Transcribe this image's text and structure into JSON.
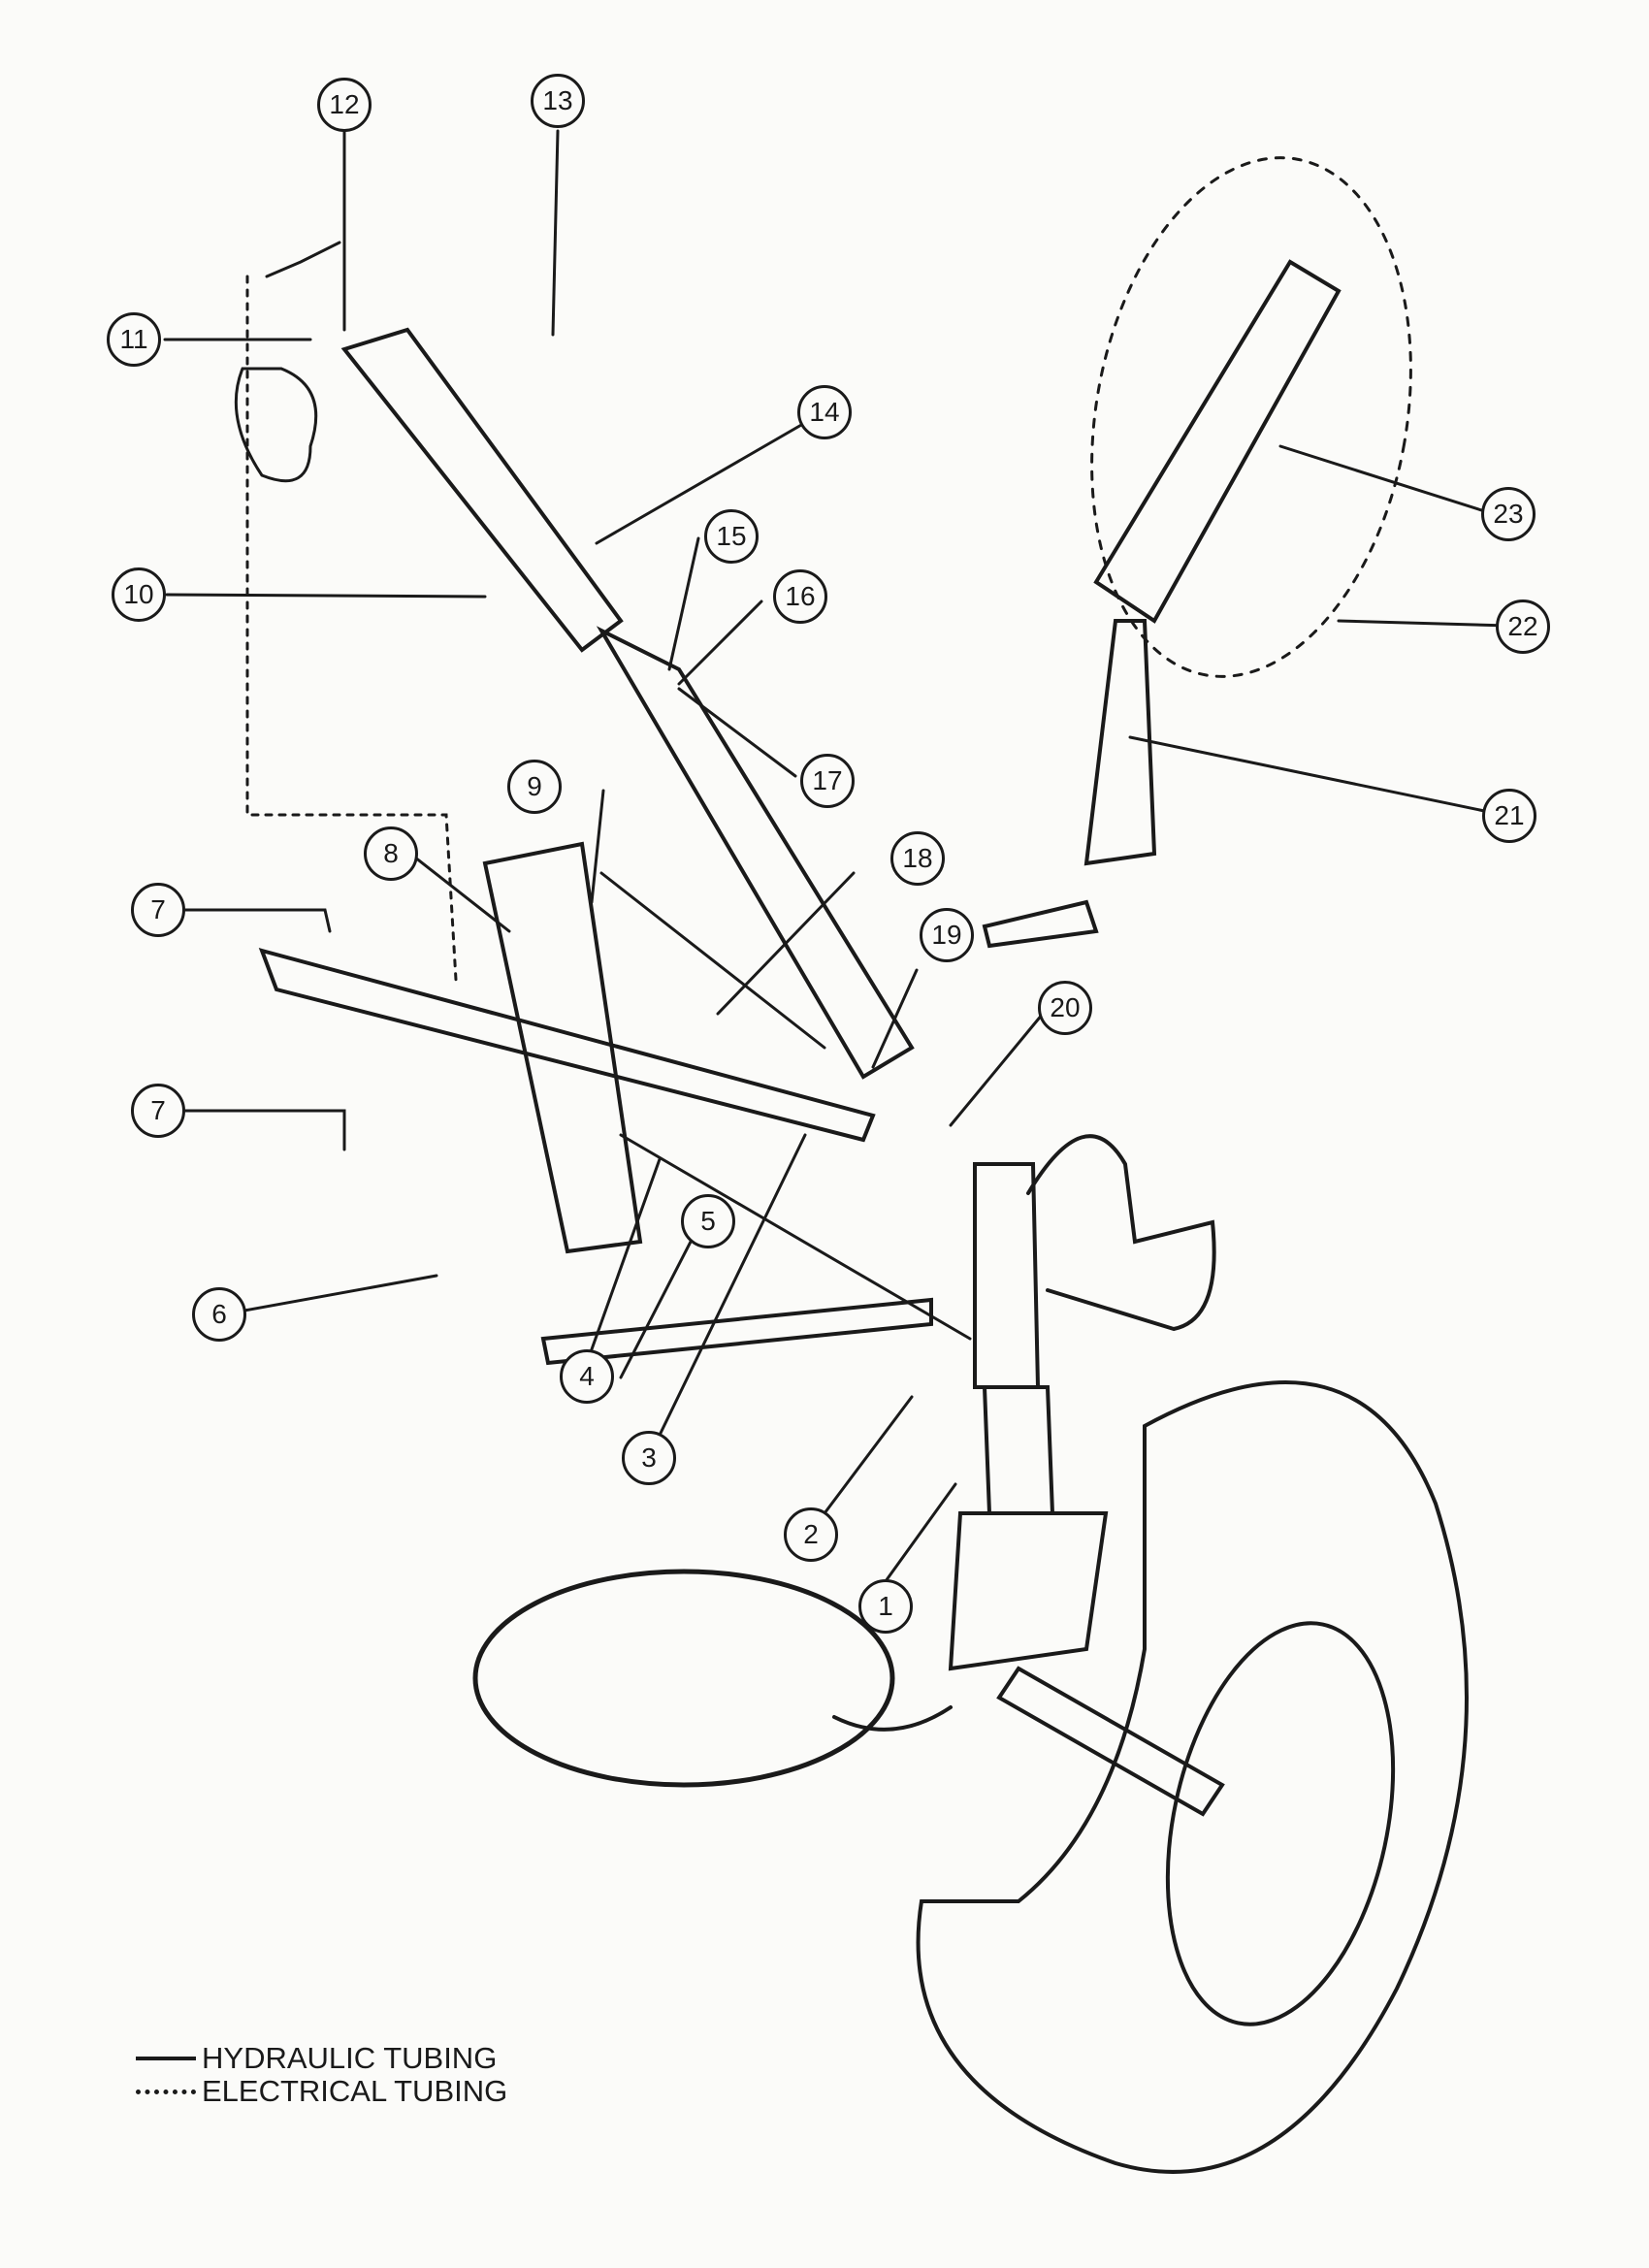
{
  "title": "Main landing gear assembly (exploded view)",
  "callouts": [
    {
      "label": "1"
    },
    {
      "label": "2"
    },
    {
      "label": "3"
    },
    {
      "label": "4"
    },
    {
      "label": "5"
    },
    {
      "label": "6"
    },
    {
      "label": "7"
    },
    {
      "label": "7"
    },
    {
      "label": "8"
    },
    {
      "label": "9"
    },
    {
      "label": "10"
    },
    {
      "label": "11"
    },
    {
      "label": "12"
    },
    {
      "label": "13"
    },
    {
      "label": "14"
    },
    {
      "label": "15"
    },
    {
      "label": "16"
    },
    {
      "label": "17"
    },
    {
      "label": "18"
    },
    {
      "label": "19"
    },
    {
      "label": "20"
    },
    {
      "label": "21"
    },
    {
      "label": "22"
    },
    {
      "label": "23"
    }
  ],
  "legend": {
    "hydraulic": "HYDRAULIC  TUBING",
    "electrical": "ELECTRICAL  TUBING"
  },
  "colors": {
    "ink": "#1a1a1a",
    "paper": "#fbfbf9"
  }
}
